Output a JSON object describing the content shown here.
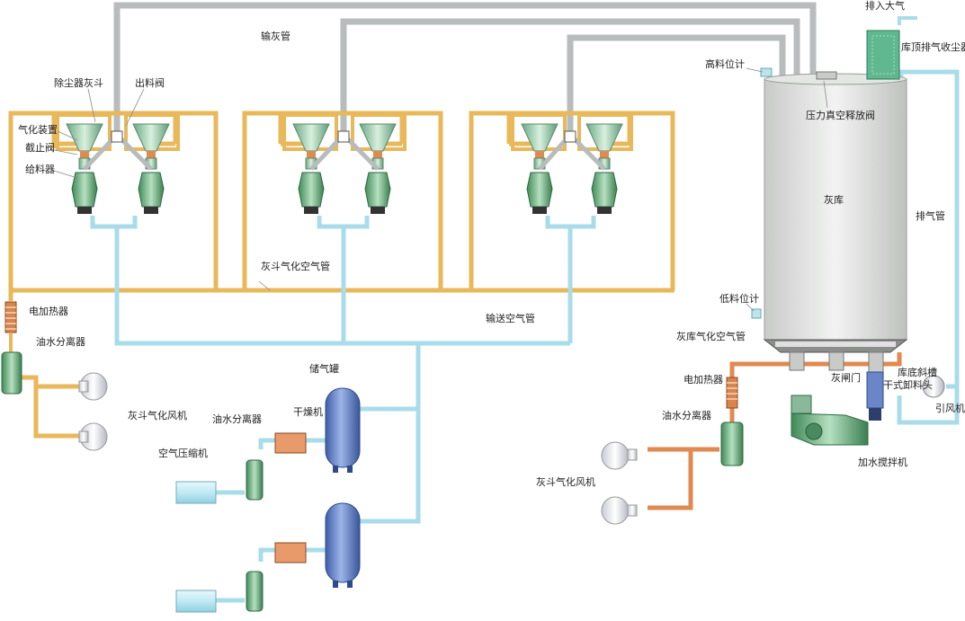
{
  "labels": {
    "ash_pipe": "输灰管",
    "exhaust_to_atm": "排入大气",
    "roof_dust_collector": "库顶排气收尘器",
    "high_level_meter": "高料位计",
    "pressure_vacuum_valve": "压力真空释放阀",
    "dust_collector_hopper": "除尘器灰斗",
    "discharge_valve": "出料阀",
    "fluidizing_device": "气化装置",
    "shutoff_valve": "截止阀",
    "feeder": "给料器",
    "silo": "灰库",
    "exhaust_pipe": "排气管",
    "hopper_fluid_air_pipe": "灰斗气化空气管",
    "low_level_meter": "低料位计",
    "electric_heater_left": "电加热器",
    "conveying_air_pipe": "输送空气管",
    "oil_water_sep_left": "油水分离器",
    "silo_fluid_air_pipe": "灰库气化空气管",
    "air_tank": "储气罐",
    "ash_gate": "灰闸门",
    "silo_bottom_chute": "库底斜槽",
    "dry_unloader": "干式卸料头",
    "induced_fan": "引风机",
    "hopper_fluid_fan_left": "灰斗气化风机",
    "electric_heater_right": "电加热器",
    "dryer": "干燥机",
    "oil_water_sep_mid": "油水分离器",
    "oil_water_sep_right": "油水分离器",
    "wet_mixer": "加水搅拌机",
    "air_compressor": "空气压缩机",
    "hopper_fluid_fan_right": "灰斗气化风机"
  },
  "colors": {
    "ash_pipe": "#b8bcbc",
    "fluidizing_air_pipe": "#e8b85a",
    "conveying_air_pipe": "#a8dcea",
    "heated_air_pipe": "#e08a52",
    "silo_body": "#d4d6d4",
    "equipment_green": "#6fae80",
    "air_tank_blue": "#5a7cc4",
    "heater_copper": "#d9844a",
    "dust_collector_green": "#5fb890"
  }
}
